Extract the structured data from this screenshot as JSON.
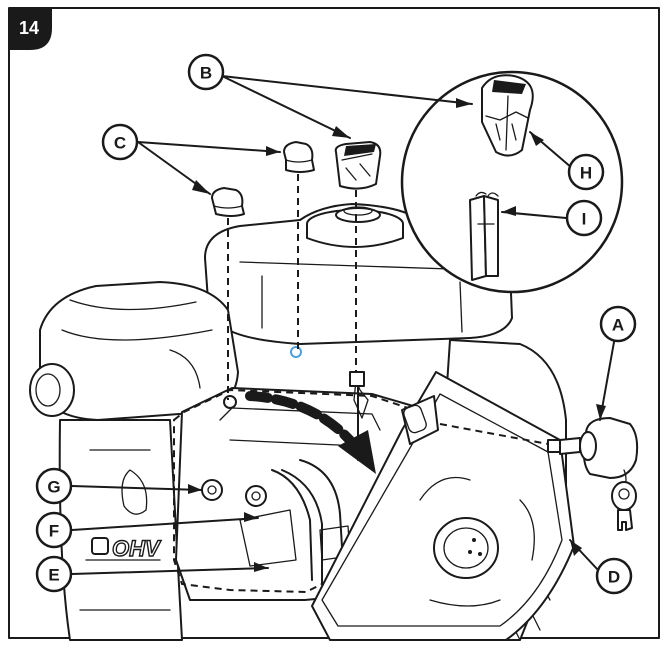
{
  "figure": {
    "step_number": "14",
    "engine_marking": "OHV",
    "callouts": [
      {
        "id": "A",
        "label": "A"
      },
      {
        "id": "B",
        "label": "B"
      },
      {
        "id": "C",
        "label": "C"
      },
      {
        "id": "D",
        "label": "D"
      },
      {
        "id": "E",
        "label": "E"
      },
      {
        "id": "F",
        "label": "F"
      },
      {
        "id": "G",
        "label": "G"
      },
      {
        "id": "H",
        "label": "H"
      },
      {
        "id": "I",
        "label": "I"
      }
    ]
  },
  "colors": {
    "ink": "#1a1a1a",
    "paper": "#ffffff",
    "highlight": "#4aa3df"
  },
  "icons": [
    "key-icon",
    "ignition-switch-icon",
    "curved-arrow-icon"
  ]
}
